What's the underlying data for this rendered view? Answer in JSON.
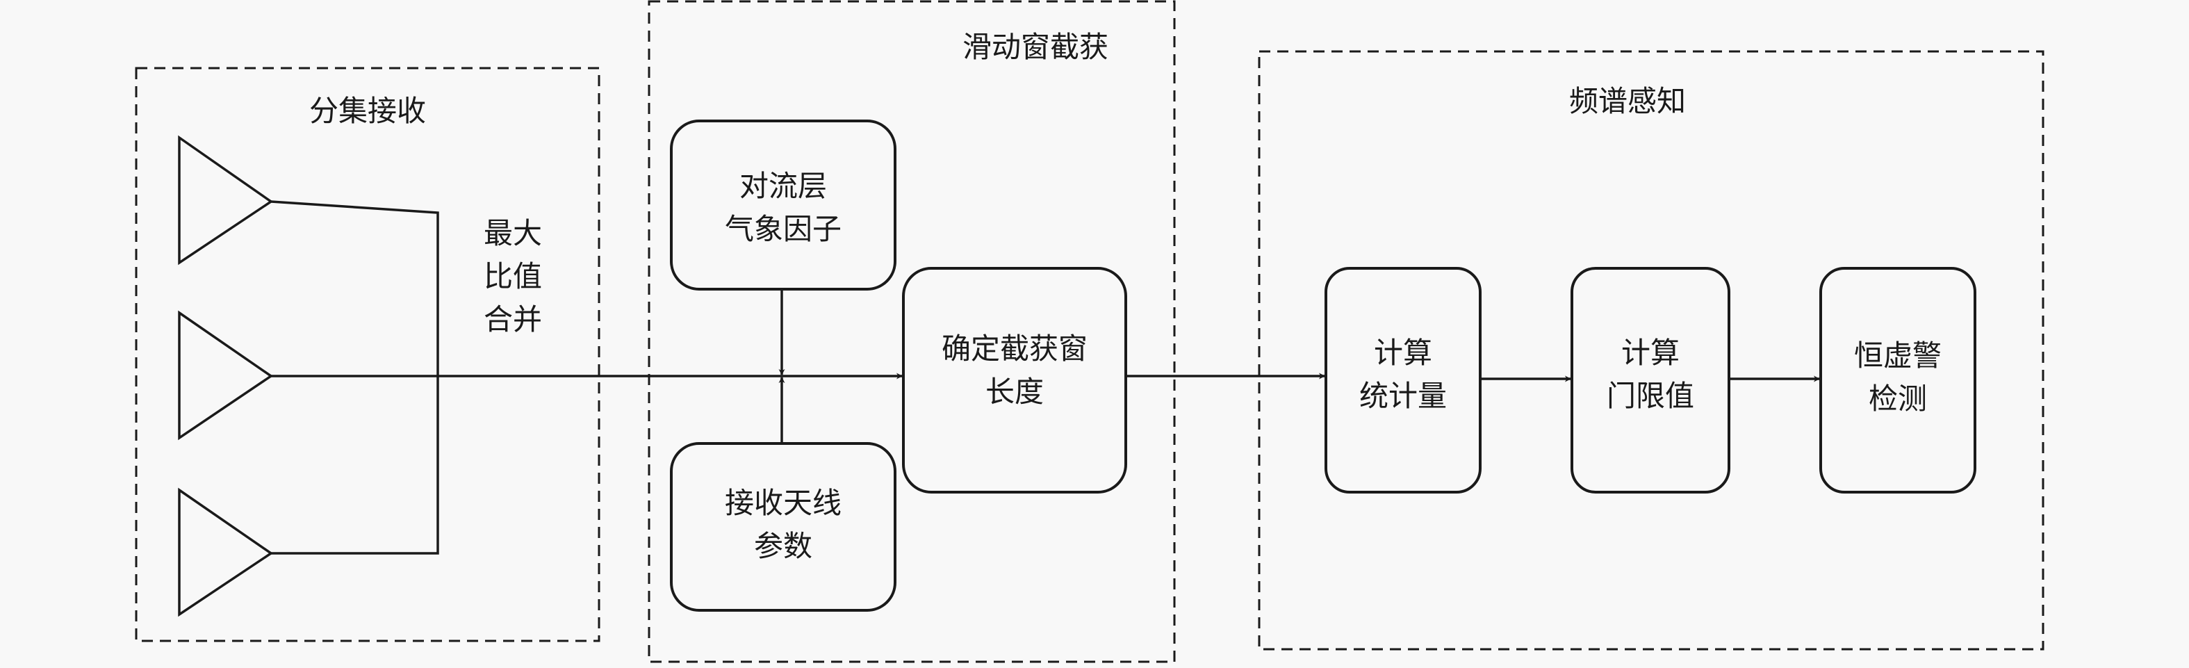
{
  "diagram": {
    "groups": {
      "diversity": {
        "title": "分集接收"
      },
      "sliding_window": {
        "title": "滑动窗截获"
      },
      "spectrum_sensing": {
        "title": "频谱感知"
      }
    },
    "combiner_label": [
      "最大",
      "比值",
      "合并"
    ],
    "nodes": {
      "troposphere": [
        "对流层",
        "气象因子"
      ],
      "antenna_params": [
        "接收天线",
        "参数"
      ],
      "window_length": [
        "确定截获窗",
        "长度"
      ],
      "statistic": [
        "计算",
        "统计量"
      ],
      "threshold": [
        "计算",
        "门限值"
      ],
      "cfar": [
        "恒虚警",
        "检测"
      ]
    },
    "antenna_count": 3,
    "edges": [
      {
        "from": "combiner",
        "to": "window_length"
      },
      {
        "from": "troposphere",
        "to": "junction"
      },
      {
        "from": "antenna_params",
        "to": "junction"
      },
      {
        "from": "window_length",
        "to": "statistic"
      },
      {
        "from": "statistic",
        "to": "threshold"
      },
      {
        "from": "threshold",
        "to": "cfar"
      }
    ]
  }
}
